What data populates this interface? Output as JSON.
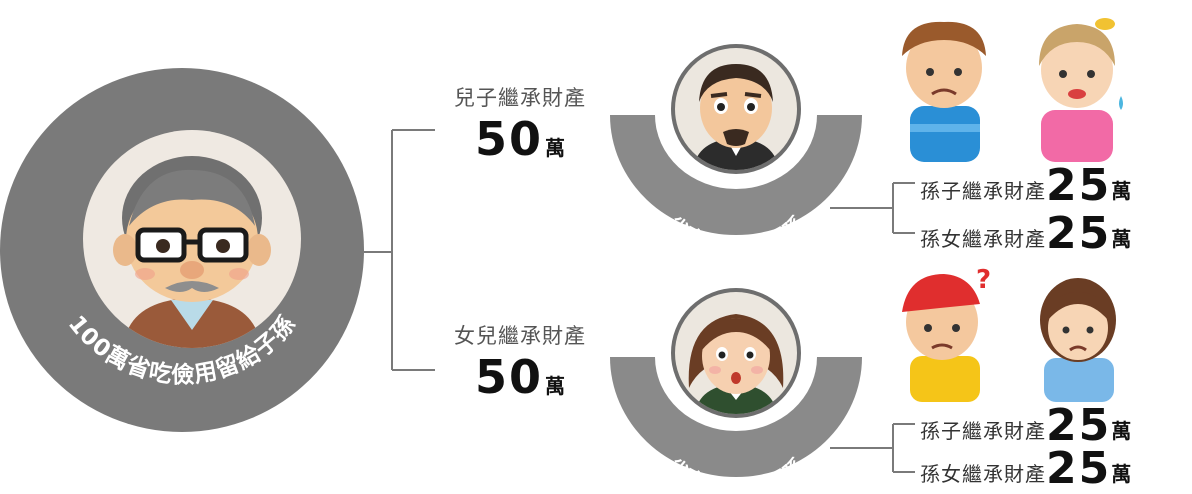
{
  "grandparent": {
    "caption": "100萬省吃儉用留給子孫"
  },
  "heirs": {
    "son": {
      "label": "兒子繼承財產",
      "amount": "50",
      "unit": "萬"
    },
    "daughter": {
      "label": "女兒繼承財產",
      "amount": "50",
      "unit": "萬"
    }
  },
  "parents": {
    "son_caption": "省吃儉用留給子孫",
    "daughter_caption": "省吃儉用留給子孫"
  },
  "grandchildren": {
    "son_family": [
      {
        "label": "孫子繼承財產",
        "amount": "25",
        "unit": "萬"
      },
      {
        "label": "孫女繼承財產",
        "amount": "25",
        "unit": "萬"
      }
    ],
    "daughter_family": [
      {
        "label": "孫子繼承財產",
        "amount": "25",
        "unit": "萬"
      },
      {
        "label": "孫女繼承財產",
        "amount": "25",
        "unit": "萬"
      }
    ]
  },
  "colors": {
    "disc": "#7a7a7a",
    "arc": "#8a8a8a",
    "line": "#7a7a7a",
    "text": "#111111"
  }
}
